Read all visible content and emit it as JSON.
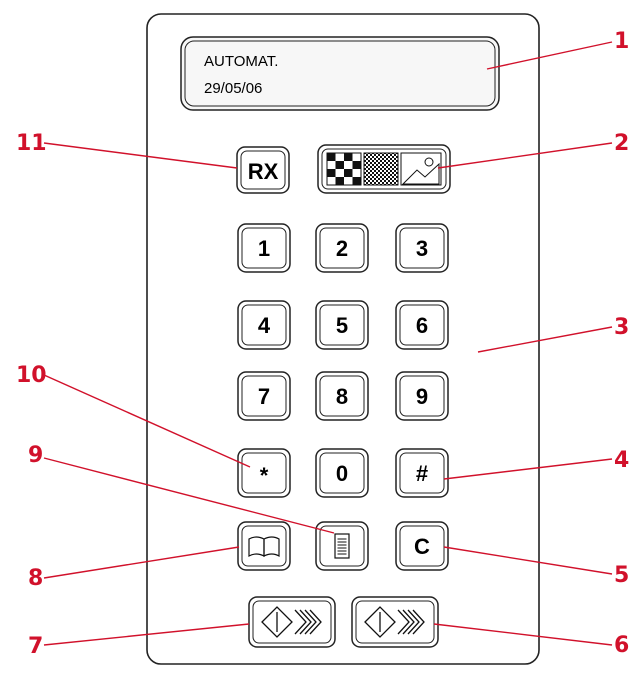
{
  "display": {
    "line1": "AUTOMAT.",
    "line2": "29/05/06"
  },
  "keys": {
    "rx": "RX",
    "k1": "1",
    "k2": "2",
    "k3": "3",
    "k4": "4",
    "k5": "5",
    "k6": "6",
    "k7": "7",
    "k8": "8",
    "k9": "9",
    "star": "*",
    "k0": "0",
    "hash": "#",
    "clear": "C"
  },
  "callouts": {
    "c1": "1",
    "c2": "2",
    "c3": "3",
    "c4": "4",
    "c5": "5",
    "c6": "6",
    "c7": "7",
    "c8": "8",
    "c9": "9",
    "c10": "10",
    "c11": "11"
  },
  "colors": {
    "callout": "#d1112b",
    "outline": "#222222",
    "lcd_fill": "#f7f7f7"
  },
  "icons": {
    "contrast": "checker-resolution-photo-icon",
    "directory": "open-book-icon",
    "document": "document-lines-icon",
    "copy": "start-diamond-icon",
    "send": "start-diamond-icon"
  }
}
